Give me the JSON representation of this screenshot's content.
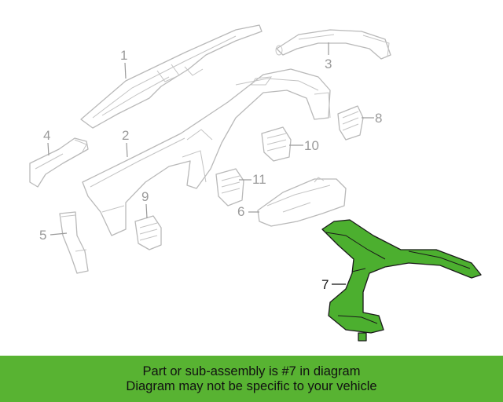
{
  "diagram": {
    "callouts": [
      {
        "id": "1",
        "label": "1",
        "highlighted": false
      },
      {
        "id": "2",
        "label": "2",
        "highlighted": false
      },
      {
        "id": "3",
        "label": "3",
        "highlighted": false
      },
      {
        "id": "4",
        "label": "4",
        "highlighted": false
      },
      {
        "id": "5",
        "label": "5",
        "highlighted": false
      },
      {
        "id": "6",
        "label": "6",
        "highlighted": false
      },
      {
        "id": "7",
        "label": "7",
        "highlighted": true
      },
      {
        "id": "8",
        "label": "8",
        "highlighted": false
      },
      {
        "id": "9",
        "label": "9",
        "highlighted": false
      },
      {
        "id": "10",
        "label": "10",
        "highlighted": false
      },
      {
        "id": "11",
        "label": "11",
        "highlighted": false
      }
    ],
    "highlight_color": "#4caf2f",
    "line_color": "#b9b9b9"
  },
  "banner": {
    "line1": "Part or sub-assembly is #7 in diagram",
    "line2": "Diagram may not be specific to your vehicle",
    "background": "#58b332"
  }
}
